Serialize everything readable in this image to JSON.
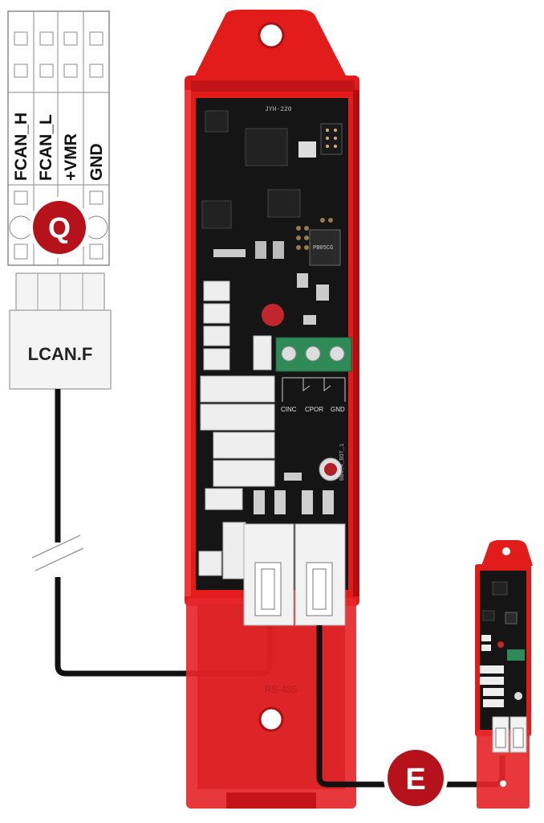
{
  "terminal_block": {
    "labels": [
      "FCAN_H",
      "FCAN_L",
      "+VMR",
      "GND"
    ]
  },
  "connector": {
    "label": "LCAN.F"
  },
  "callouts": {
    "q": "Q",
    "e": "E"
  },
  "board": {
    "id_text": "JYH-220",
    "chip_text": "PB05CG",
    "terminal_labels": [
      "CINC",
      "CPOR",
      "GND"
    ],
    "side_text": "BBC_4_BOT_1",
    "bottom_text": "RS-485"
  },
  "colors": {
    "enclosure_red": "#e21b1b",
    "enclosure_dark": "#b00f12",
    "pcb_black": "#151515",
    "callout_red": "#b5121b",
    "terminal_green": "#2e8b57",
    "connector_white": "#f2f2f2"
  }
}
